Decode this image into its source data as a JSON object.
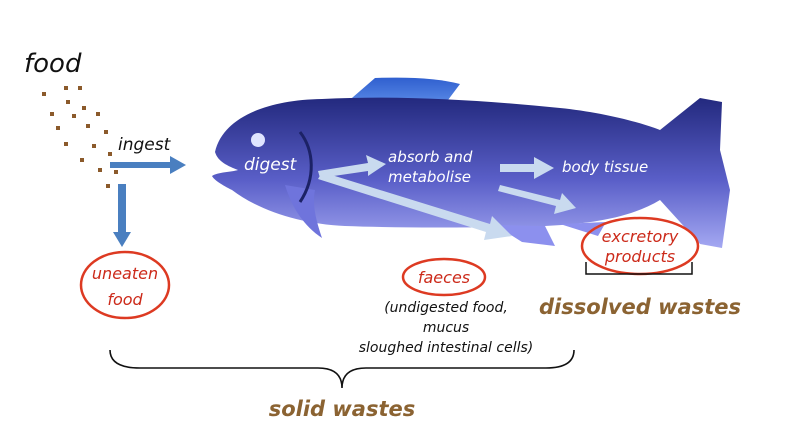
{
  "labels": {
    "food": "food",
    "ingest": "ingest",
    "digest": "digest",
    "absorb_line1": "absorb and",
    "absorb_line2": "metabolise",
    "body_tissue": "body tissue",
    "excretory_line1": "excretory",
    "excretory_line2": "products",
    "uneaten_line1": "uneaten",
    "uneaten_line2": "food",
    "faeces": "faeces",
    "faeces_detail_line1": "(undigested food,",
    "faeces_detail_line2": "mucus",
    "faeces_detail_line3": "sloughed intestinal cells)",
    "dissolved_wastes": "dissolved wastes",
    "solid_wastes": "solid wastes"
  },
  "colors": {
    "fish_body_top": "#2a2f86",
    "fish_body_bottom": "#9a9ef0",
    "fin": "#3b6ad8",
    "ingest_arrow": "#4a7fc0",
    "internal_arrow": "#c6d8ee",
    "ellipse_stroke": "#dd3a22",
    "label_red": "#cc2a1a",
    "label_brown": "#8b6332",
    "food_particles": "#8b5a2b"
  }
}
